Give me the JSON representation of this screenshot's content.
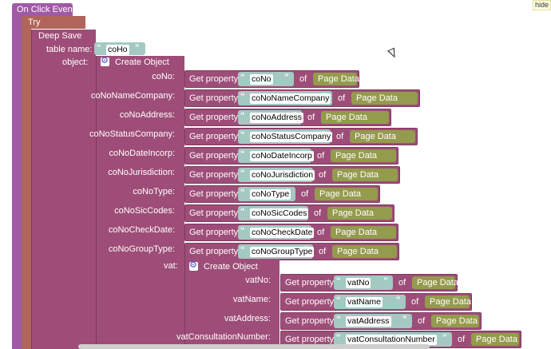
{
  "hide_label": "hide",
  "event_label": "On Click Event",
  "try_label": "Try",
  "deep_save_label": "Deep Save",
  "table_name_label": "table name:",
  "table_name_value": "coHo",
  "object_label": "object:",
  "create_object_label": "Create Object",
  "get_property_label": "Get property",
  "of_label": "of",
  "page_data_label": "Page Data",
  "fields": [
    {
      "label": "coNo:",
      "value": "coNo"
    },
    {
      "label": "coNoNameCompany:",
      "value": "coNoNameCompany"
    },
    {
      "label": "coNoAddress:",
      "value": "coNoAddress"
    },
    {
      "label": "coNoStatusCompany:",
      "value": "coNoStatusCompany"
    },
    {
      "label": "coNoDateIncorp:",
      "value": "coNoDateIncorp"
    },
    {
      "label": "coNoJurisdiction:",
      "value": "coNoJurisdiction"
    },
    {
      "label": "coNoType:",
      "value": "coNoType"
    },
    {
      "label": "coNoSicCodes:",
      "value": "coNoSicCodes"
    },
    {
      "label": "coNoCheckDate:",
      "value": "coNoCheckDate"
    },
    {
      "label": "coNoGroupType:",
      "value": "coNoGroupType"
    }
  ],
  "vat_label": "vat:",
  "vat_create_object_label": "Create Object",
  "vat_fields": [
    {
      "label": "vatNo:",
      "value": "vatNo"
    },
    {
      "label": "vatName:",
      "value": "vatName"
    },
    {
      "label": "vatAddress:",
      "value": "vatAddress"
    },
    {
      "label": "vatConsultationNumber:",
      "value": "vatConsultationNumber"
    }
  ]
}
